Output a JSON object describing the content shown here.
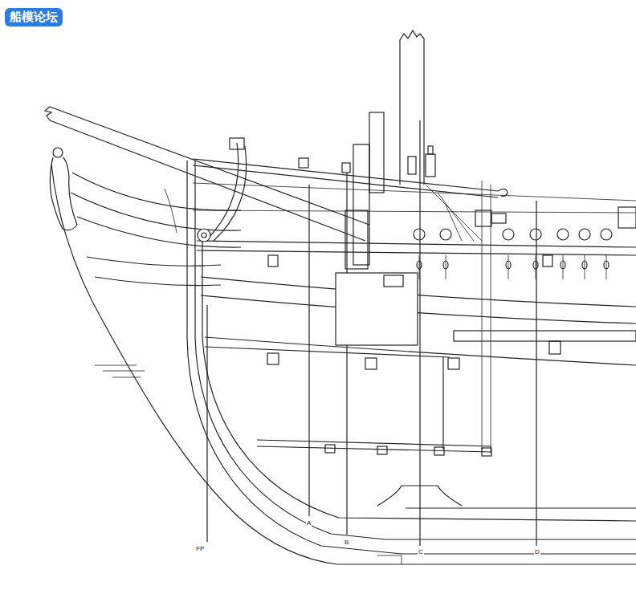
{
  "diagram": {
    "labels": [
      "船模论坛",
      "FP",
      "A",
      "B",
      "C",
      "D"
    ]
  }
}
